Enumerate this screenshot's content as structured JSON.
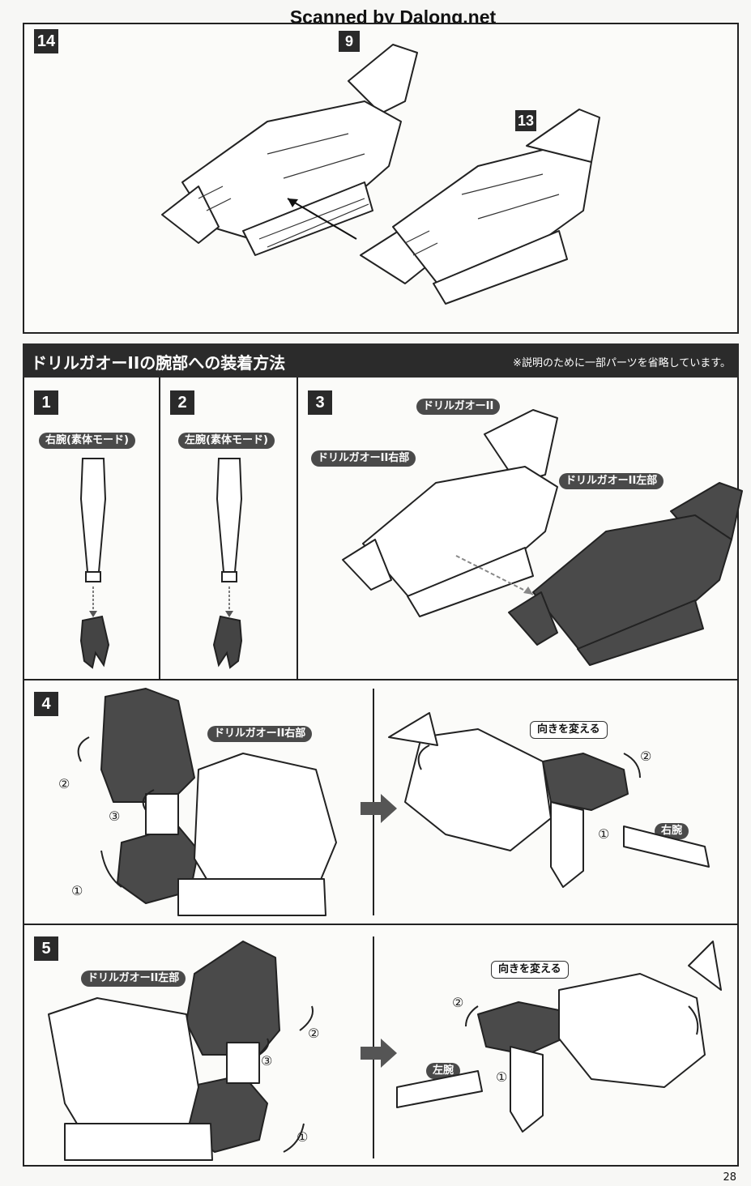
{
  "watermark": "Scanned by Dalong.net",
  "page_number": "28",
  "top_panel": {
    "step": "14",
    "part_labels": [
      "9",
      "13"
    ]
  },
  "section": {
    "title": "ドリルガオーIIの腕部への装着方法",
    "note": "※説明のために一部パーツを省略しています。"
  },
  "step1": {
    "num": "1",
    "label": "右腕(素体モード)"
  },
  "step2": {
    "num": "2",
    "label": "左腕(素体モード)"
  },
  "step3": {
    "num": "3",
    "labels": [
      "ドリルガオーII",
      "ドリルガオーII右部",
      "ドリルガオーII左部"
    ]
  },
  "step4": {
    "num": "4",
    "label": "ドリルガオーII右部",
    "callout": "向きを変える",
    "arm_label": "右腕",
    "marks": [
      "①",
      "②",
      "③"
    ]
  },
  "step5": {
    "num": "5",
    "label": "ドリルガオーII左部",
    "callout": "向きを変える",
    "arm_label": "左腕",
    "marks": [
      "①",
      "②",
      "③"
    ]
  }
}
